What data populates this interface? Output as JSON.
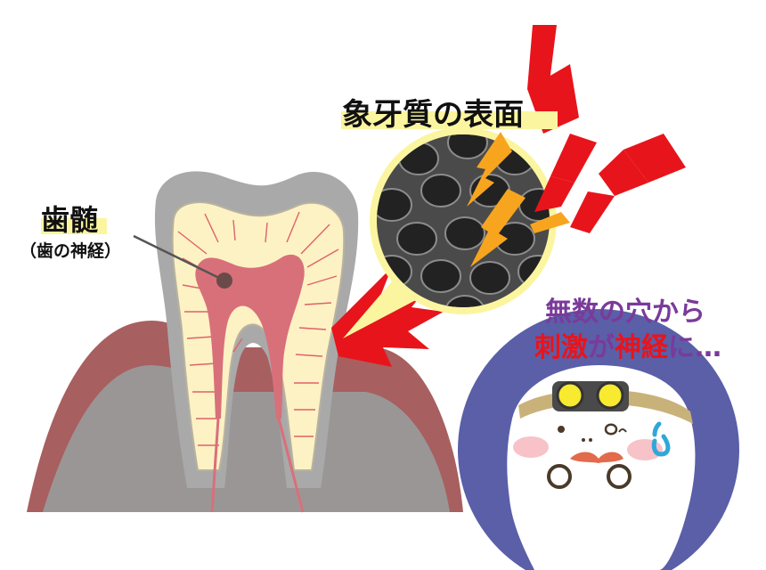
{
  "labels": {
    "dentin_surface": "象牙質の表面",
    "pulp": "歯髄",
    "pulp_sub": "（歯の神経）"
  },
  "speech": {
    "line1": "無数の穴から",
    "line2_red": "刺激",
    "line2_mid": "が",
    "line2_red2": "神経",
    "line2_end": "に…"
  },
  "colors": {
    "highlight": "#fbf5a0",
    "stimulus_red": "#e8141b",
    "speech_purple": "#7a3a9a",
    "enamel_gray": "#a9a9a9",
    "dentin_yellow": "#fdf2c4",
    "pulp_pink": "#d8707a",
    "gum_maroon": "#a85f60",
    "bone_gray": "#9b9696",
    "zoom_circle_fill": "#4a4a4a",
    "zoom_circle_border": "#f6f28a",
    "character_bg": "#5a5fa8",
    "helmet_lamp": "#f7ea2f"
  },
  "icons": {
    "lightning": "lightning-bolt-icon",
    "tubules": "dentin-tubules-icon",
    "character": "tooth-character-icon",
    "sweat": "sweat-drop-icon"
  }
}
